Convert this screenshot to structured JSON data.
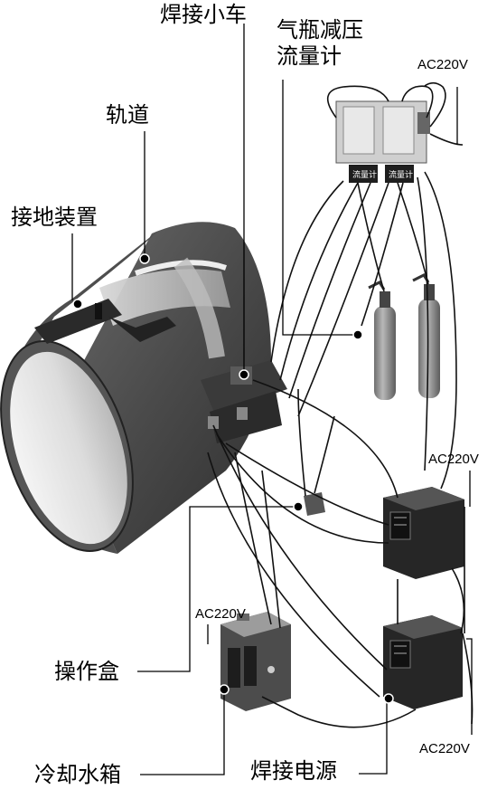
{
  "labels": {
    "welding_carriage": "焊接小车",
    "gas_regulator_line1": "气瓶减压",
    "gas_regulator_line2": "流量计",
    "track": "轨道",
    "grounding_device": "接地装置",
    "control_box": "操作盒",
    "cooling_water_tank": "冷却水箱",
    "welding_power_source": "焊接电源"
  },
  "power_labels": {
    "regulator": "AC220V",
    "upper_source": "AC220V",
    "cooling_tank": "AC220V",
    "lower_source": "AC220V"
  },
  "meter_labels": {
    "left": "流量计",
    "right": "流量计"
  },
  "colors": {
    "line": "#000000",
    "pipe_outer": "#5a5a5a",
    "pipe_inner": "#e6e6e6",
    "machine_dark": "#2c2c2c",
    "cylinder": "#8c8c8c",
    "background": "#ffffff"
  }
}
